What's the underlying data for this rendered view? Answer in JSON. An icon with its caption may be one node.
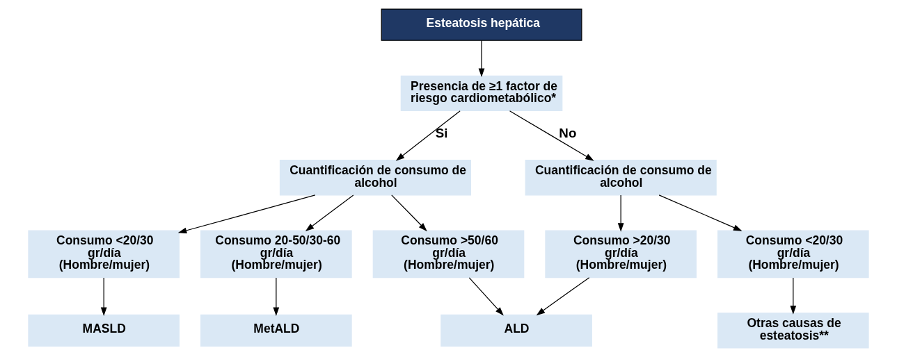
{
  "diagram": {
    "nodes": [
      {
        "text": [
          "Esteatosis hepática"
        ]
      },
      {
        "text": [
          "Presencia de ≥1 factor de riesgo cardiometabólico*"
        ]
      },
      {
        "text": [
          "Cuantificación de consumo de alcohol"
        ]
      },
      {
        "text": [
          "Cuantificación de consumo de alcohol"
        ]
      },
      {
        "text": [
          "Consumo <20/30 gr/día (Hombre/mujer)"
        ]
      },
      {
        "text": [
          "Consumo 20-50/30-60 gr/día (Hombre/mujer)"
        ]
      },
      {
        "text": [
          "Consumo >50/60 gr/día (Hombre/mujer)"
        ]
      },
      {
        "text": [
          "Consumo >20/30 gr/día (Hombre/mujer)"
        ]
      },
      {
        "text": [
          "Consumo <20/30 gr/día (Hombre/mujer)"
        ]
      },
      {
        "text": [
          "MASLD"
        ]
      },
      {
        "text": [
          "MetALD"
        ]
      },
      {
        "text": [
          "ALD"
        ]
      },
      {
        "text": [
          "Otras causas de esteatosis**"
        ]
      }
    ],
    "edges": [
      {
        "from": 0,
        "to": 1,
        "arrow": "to"
      },
      {
        "from": 1,
        "to": 2,
        "arrow": "to",
        "label": "Si"
      },
      {
        "from": 1,
        "to": 3,
        "arrow": "to",
        "label": "No"
      },
      {
        "from": 2,
        "to": 4,
        "arrow": "to"
      },
      {
        "from": 2,
        "to": 5,
        "arrow": "to"
      },
      {
        "from": 2,
        "to": 6,
        "arrow": "to"
      },
      {
        "from": 3,
        "to": 7,
        "arrow": "to"
      },
      {
        "from": 3,
        "to": 8,
        "arrow": "to"
      },
      {
        "from": 4,
        "to": 9,
        "arrow": "to"
      },
      {
        "from": 5,
        "to": 10,
        "arrow": "to"
      },
      {
        "from": 6,
        "to": 11,
        "arrow": "to"
      },
      {
        "from": 7,
        "to": 11,
        "arrow": "to"
      },
      {
        "from": 8,
        "to": 12,
        "arrow": "to"
      }
    ]
  }
}
